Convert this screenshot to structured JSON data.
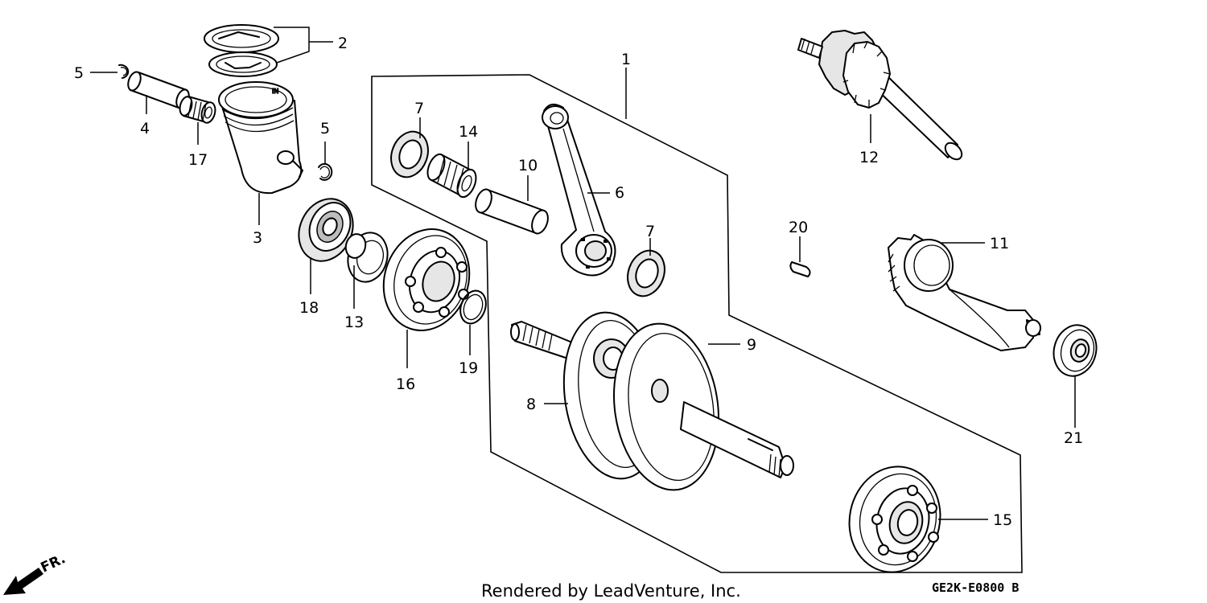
{
  "callouts": {
    "c1": "1",
    "c2": "2",
    "c3": "3",
    "c4": "4",
    "c5a": "5",
    "c5b": "5",
    "c6": "6",
    "c7a": "7",
    "c7b": "7",
    "c8": "8",
    "c9": "9",
    "c10": "10",
    "c11": "11",
    "c12": "12",
    "c13": "13",
    "c14": "14",
    "c15": "15",
    "c16": "16",
    "c17": "17",
    "c18": "18",
    "c19": "19",
    "c20": "20",
    "c21": "21"
  },
  "footer": {
    "credit": "Rendered by LeadVenture, Inc.",
    "code": "GE2K-E0800 B"
  },
  "direction": {
    "label": "FR."
  },
  "icons": {
    "direction_arrow": "front-arrow-icon"
  }
}
